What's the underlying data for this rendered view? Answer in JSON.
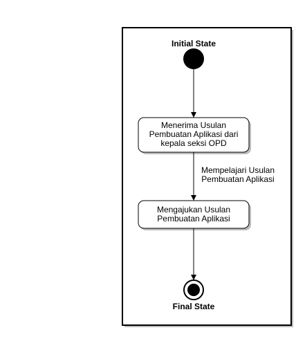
{
  "diagram": {
    "initial_label": "Initial State",
    "final_label": "Final State",
    "activity_1": "Menerima Usulan\nPembuatan Aplikasi dari\nkepala seksi OPD",
    "transition_label": "Mempelajari Usulan\nPembuatan Aplikasi",
    "activity_2": "Mengajukan Usulan\nPembuatan Aplikasi",
    "colors": {
      "line": "#000000",
      "shadow": "#bdbdbd",
      "fill": "#ffffff"
    }
  }
}
